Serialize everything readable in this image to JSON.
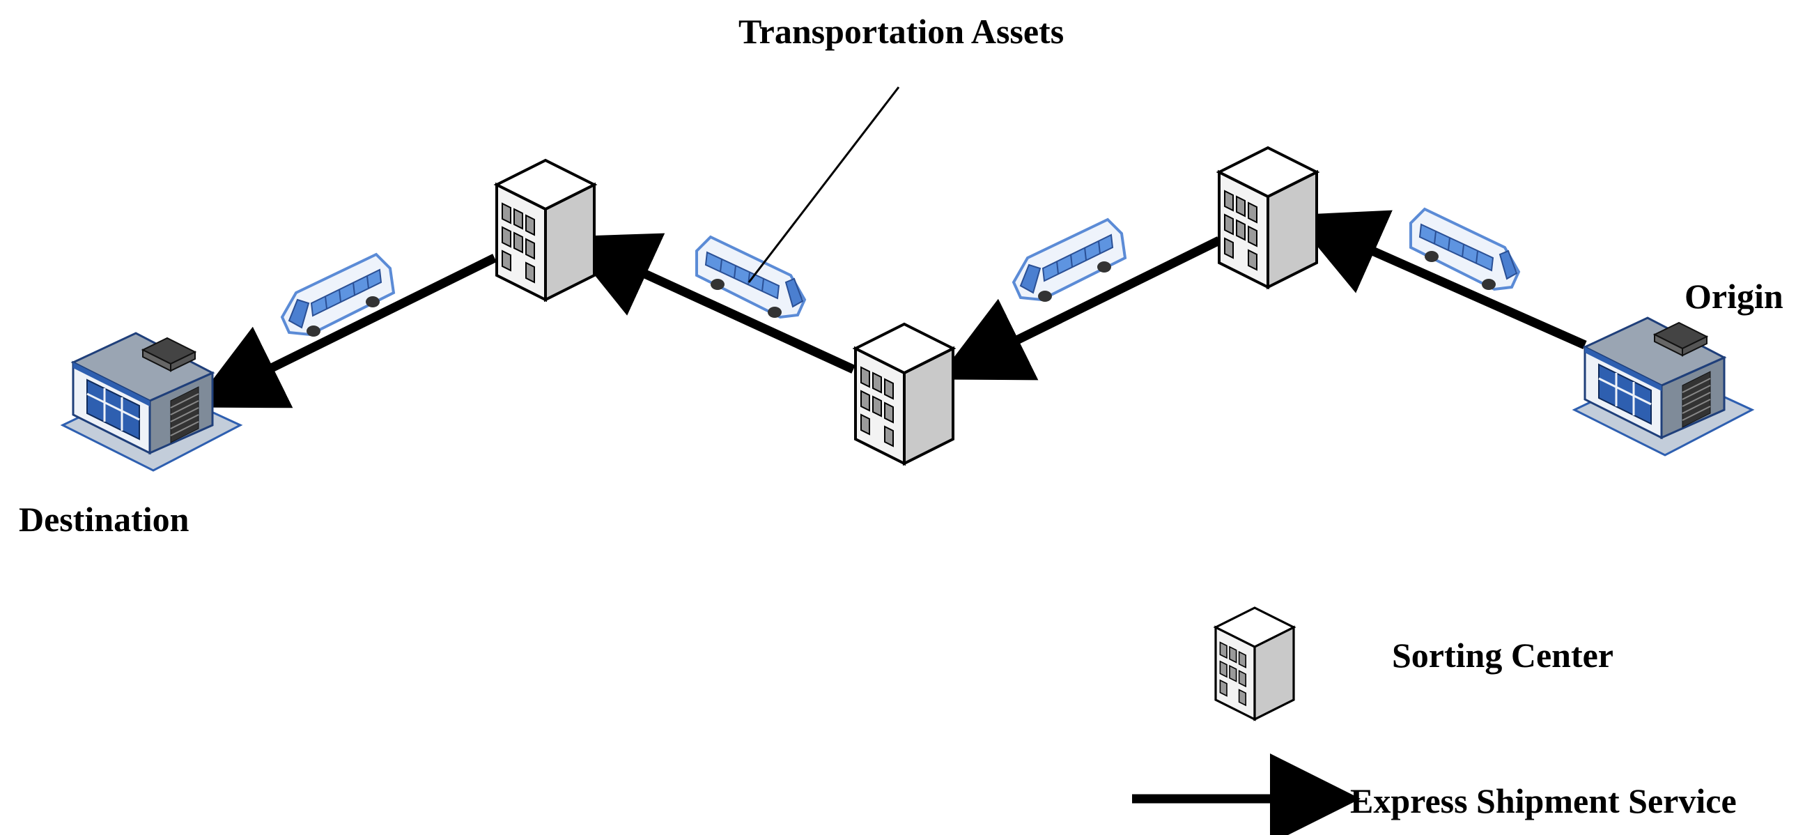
{
  "labels": {
    "transportation_assets": "Transportation Assets",
    "origin": "Origin",
    "destination": "Destination"
  },
  "legend": {
    "sorting_center": "Sorting Center",
    "express_shipment_service": "Express Shipment Service"
  },
  "colors": {
    "arrow": "#000000",
    "bus_blue": "#3b6fc4",
    "bus_light": "#e6eef9",
    "building_face": "#f2f2f2",
    "building_side": "#c8c8c8",
    "depot_blue": "#2e5fb0",
    "depot_gray": "#b8c4d4"
  },
  "icons": [
    "sorting-center-icon",
    "bus-icon",
    "depot-icon",
    "arrow-icon"
  ]
}
